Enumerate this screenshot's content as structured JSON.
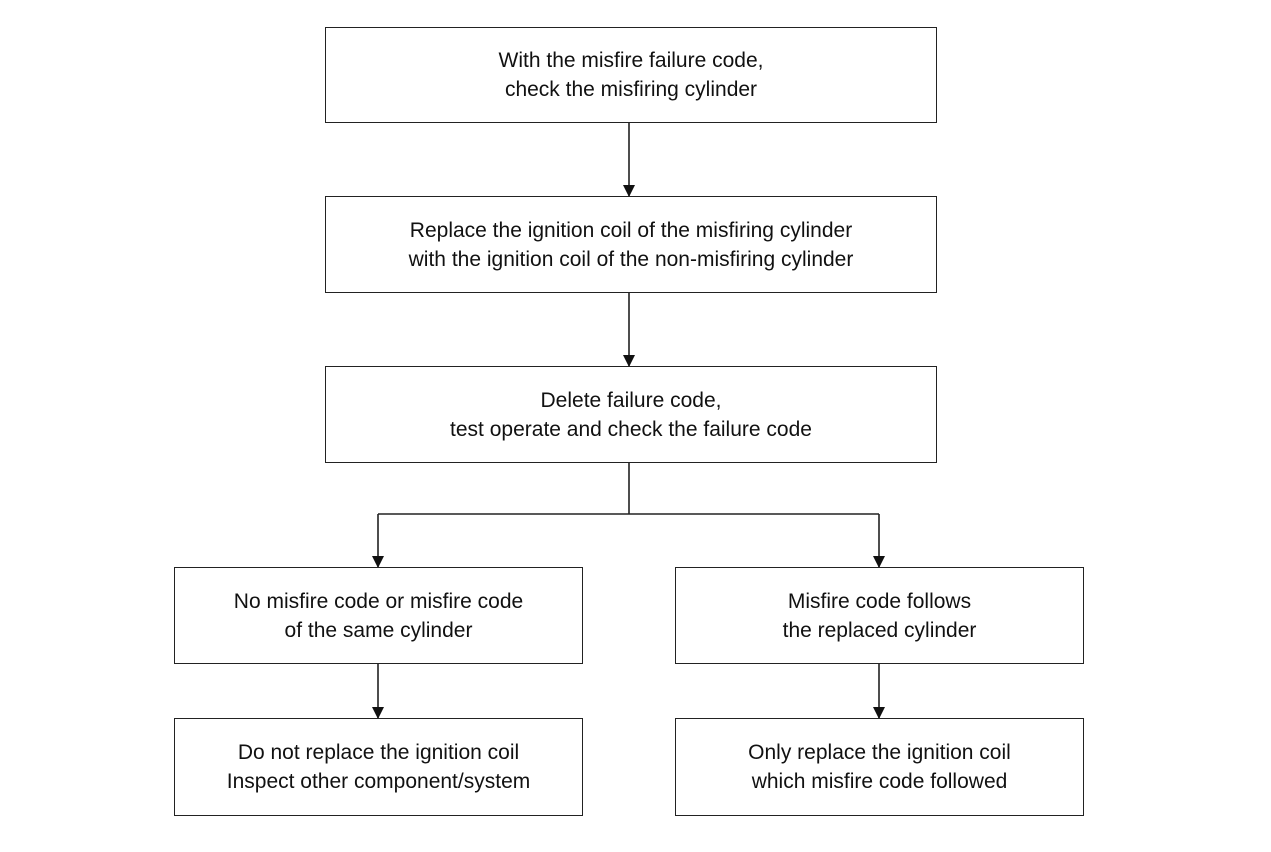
{
  "flowchart": {
    "step_check_cylinder": [
      "With the misfire failure code,",
      "check the misfiring cylinder"
    ],
    "step_swap_coil": [
      "Replace the ignition coil of the misfiring cylinder",
      "with the ignition coil of the non-misfiring cylinder"
    ],
    "step_delete_code": [
      "Delete failure code,",
      "test operate and check the  failure code"
    ],
    "result_same_cylinder": [
      "No misfire code or misfire code",
      "of the same cylinder"
    ],
    "result_follows_cylinder": [
      "Misfire code follows",
      "the replaced cylinder"
    ],
    "action_inspect_other": [
      "Do not replace the ignition coil",
      "Inspect other component/system"
    ],
    "action_replace_coil": [
      "Only replace the ignition coil",
      "which misfire code followed"
    ]
  },
  "colors": {
    "stroke": "#222222",
    "background": "#ffffff",
    "text": "#111111"
  }
}
